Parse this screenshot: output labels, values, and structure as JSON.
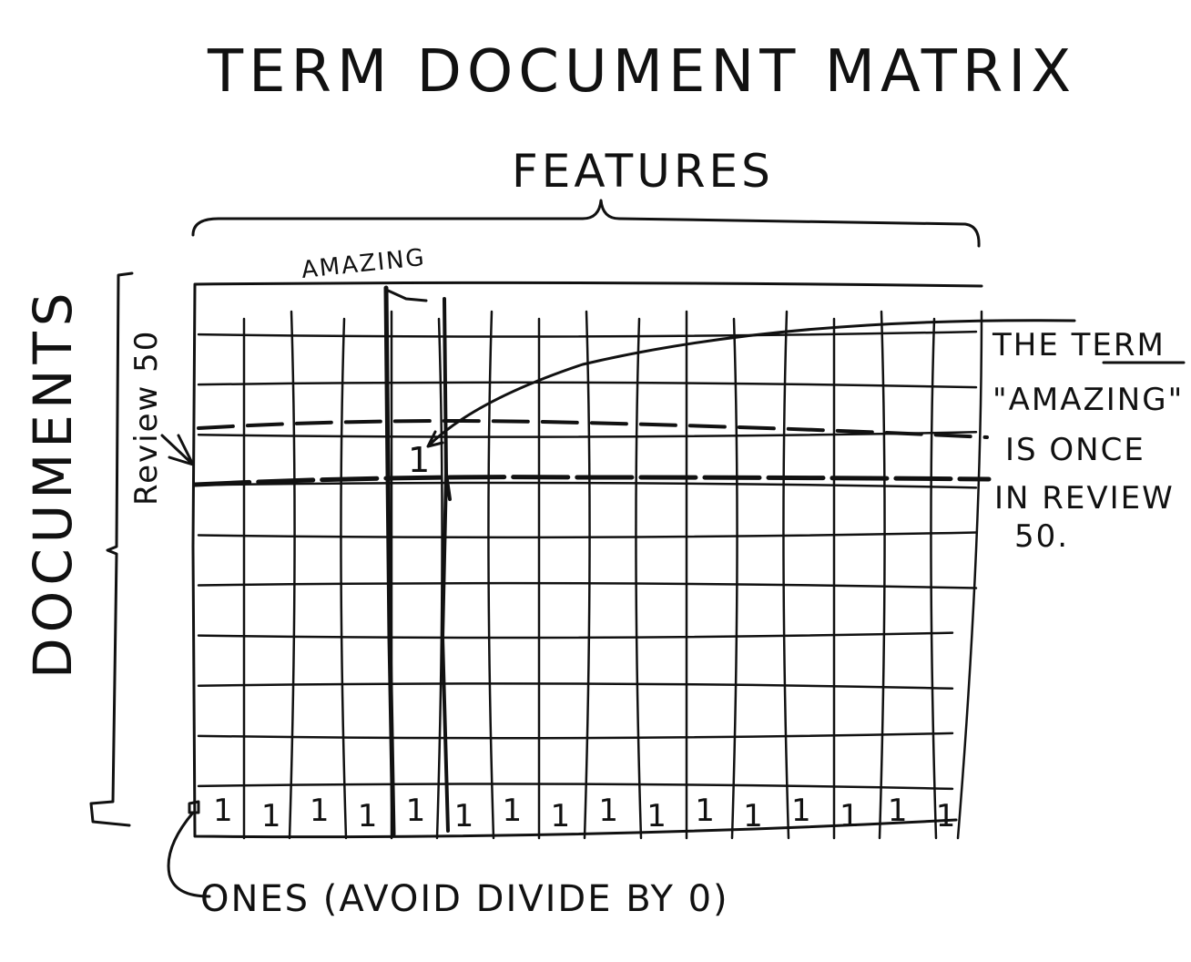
{
  "title": "TERM DOCUMENT MATRIX",
  "top_label": "FEATURES",
  "side_label": "DOCUMENTS",
  "column_label": "AMAZING",
  "row_label": "Review 50",
  "cell_value": "1",
  "annotation": {
    "line1": "THE TERM",
    "line2": "\"AMAZING\"",
    "line3": "IS ONCE",
    "line4": "IN REVIEW",
    "line5": "50."
  },
  "bottom_note": "ONES (AVOID DIVIDE BY 0)",
  "ones_row_value": "1",
  "ones_row_count": 16
}
